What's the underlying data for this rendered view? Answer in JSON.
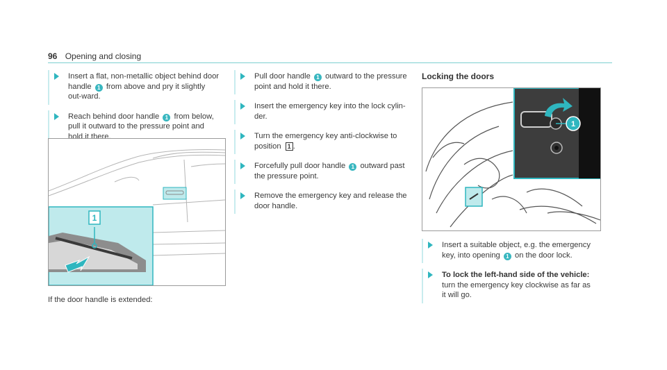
{
  "header": {
    "page_number": "96",
    "title": "Opening and closing"
  },
  "left_steps": [
    {
      "pre": "Insert a flat, non-metallic object behind door handle",
      "badge": "1",
      "post": "from above and pry it slightly out-ward."
    },
    {
      "pre": "Reach behind door handle",
      "badge": "1",
      "post": "from below, pull it outward to the pressure point and hold it there."
    }
  ],
  "figure_left": {
    "callout": "1"
  },
  "caption": "If the door handle is extended:",
  "middle_steps": [
    {
      "pre": "Pull door handle",
      "badge": "1",
      "post": "outward to the pressure point and hold it there."
    },
    {
      "text": "Insert the emergency key into the lock cylin-der."
    },
    {
      "text": "Turn the emergency key anti-clockwise to position",
      "key": "1"
    },
    {
      "pre": "Forcefully pull door handle",
      "badge": "1",
      "post": "outward past the pressure point."
    },
    {
      "text": "Remove the emergency key and release the door handle."
    }
  ],
  "section_title": "Locking the doors",
  "figure_right": {
    "callout": "1"
  },
  "right_steps": [
    {
      "pre": "Insert a suitable object, e.g. the emergency key, into opening",
      "badge": "1",
      "post": "on the door lock."
    },
    {
      "bold": "To lock the left-hand side of the vehicle:",
      "text": "turn the emergency key clockwise as far as it will go."
    }
  ],
  "colors": {
    "accent": "#2fb6bf",
    "inset_bg": "#bfeaec",
    "rule": "#7ccfd0"
  }
}
